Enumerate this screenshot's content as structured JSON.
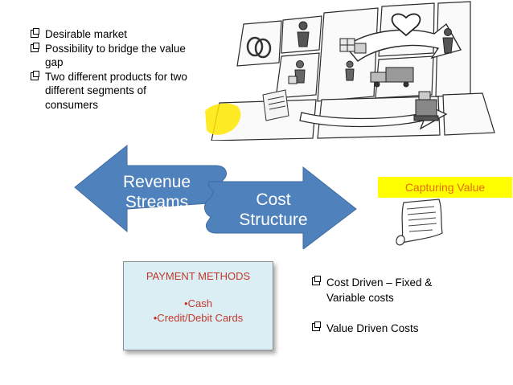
{
  "bullets": [
    "Desirable market",
    "Possibility to bridge the value gap",
    "Two different products for two different segments of consumers"
  ],
  "revenue_arrow": {
    "line1": "Revenue",
    "line2": "Streams"
  },
  "cost_arrow": {
    "line1": "Cost",
    "line2": "Structure"
  },
  "capturing_label": "Capturing Value",
  "payment": {
    "title": "PAYMENT METHODS",
    "items": [
      "•Cash",
      "•Credit/Debit Cards"
    ]
  },
  "cost_bullets": [
    "Cost Driven – Fixed & Variable costs",
    "Value Driven Costs"
  ],
  "colors": {
    "arrow_fill": "#4f81bd",
    "highlight": "#ffff00",
    "accent_text": "#e46c0a",
    "payment_text": "#c0392b",
    "payment_bg": "#dbeef4"
  },
  "icons": [
    "rings-icon",
    "person-icon",
    "gift-icon",
    "heart-icon",
    "truck-icon",
    "cash-register-icon",
    "receipt-icon",
    "scroll-icon"
  ]
}
